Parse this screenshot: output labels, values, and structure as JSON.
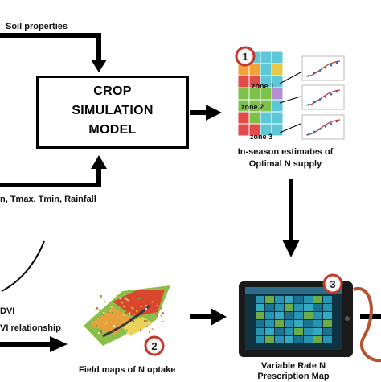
{
  "diagram": {
    "soil_label": "Soil properties",
    "model_lines": [
      "CROP",
      "SIMULATION",
      "MODEL"
    ],
    "weather_label": "n, Tmax, Tmin, Rainfall",
    "inseason_label": [
      "In-season estimates of",
      "Optimal N supply"
    ],
    "zones": [
      "zone 1",
      "zone 2",
      "zone 3"
    ],
    "badges": [
      "1",
      "2",
      "3"
    ],
    "ndvi_label": "DVI",
    "ndvi_relationship_label": "VI relationship",
    "field_maps_label": "Field maps of N uptake",
    "prescription_label": [
      "Variable Rate N",
      "Prescription Map"
    ],
    "colors": {
      "arrow": "#000000",
      "badge_fill": "#f6f6f6",
      "badge_ring": "#c0392b",
      "grid_blue": "#5ec8d8",
      "grid_green": "#7cc24a",
      "grid_orange": "#f2a23a",
      "grid_red": "#e34a4a",
      "grid_purple": "#b58fd6"
    }
  }
}
